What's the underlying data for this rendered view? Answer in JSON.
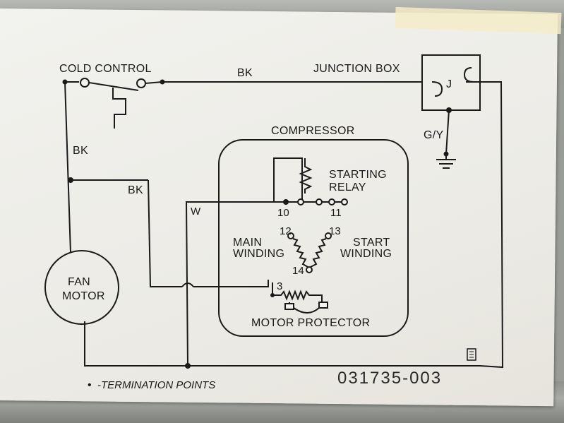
{
  "labels": {
    "cold_control": "COLD CONTROL",
    "bk_top": "BK",
    "junction_box": "JUNCTION BOX",
    "junction_j": "J",
    "ground": "G/Y",
    "bk_left": "BK",
    "bk_inner": "BK",
    "compressor": "COMPRESSOR",
    "starting_relay_1": "STARTING",
    "starting_relay_2": "RELAY",
    "w": "W",
    "t10": "10",
    "t11": "11",
    "t12": "12",
    "t13": "13",
    "t14": "14",
    "t3": "3",
    "main_winding_1": "MAIN",
    "main_winding_2": "WINDING",
    "start_winding_1": "START",
    "start_winding_2": "WINDING",
    "fan_motor_1": "FAN",
    "fan_motor_2": "MOTOR",
    "motor_protector": "MOTOR PROTECTOR",
    "legend_bullet": "•",
    "legend_text": "-TERMINATION POINTS",
    "part_number": "031735-003"
  }
}
